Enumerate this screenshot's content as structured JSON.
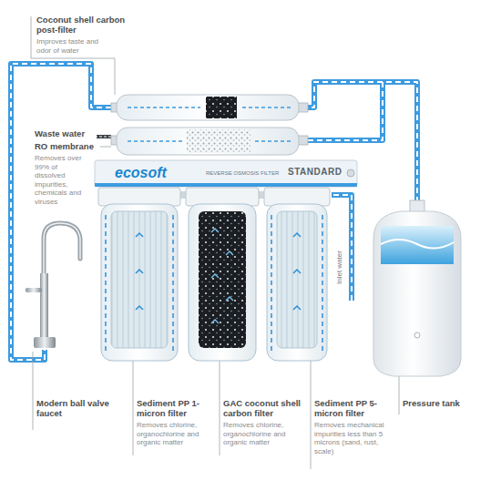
{
  "diagram": {
    "labels": [
      "Coconut shell carbon post-filter",
      "Improves taste and odor of water",
      "Waste water",
      "RO membrane",
      "Removes over 99% of dissolved impurities, chemicals and viruses",
      "ecosoft",
      "REVERSE OSMOSIS FILTER",
      "STANDARD",
      "Inlet water",
      "Modern ball valve faucet",
      "Sediment PP 1-micron filter",
      "Removes chlorine, organochlorine and organic matter",
      "GAC coconut shell carbon filter",
      "Removes chlorine, organochlorine and organic matter",
      "Sediment PP 5-micron filter",
      "Removes mechanical impurities less than 5 microns (sand, rust, scale)",
      "Pressure tank"
    ]
  }
}
